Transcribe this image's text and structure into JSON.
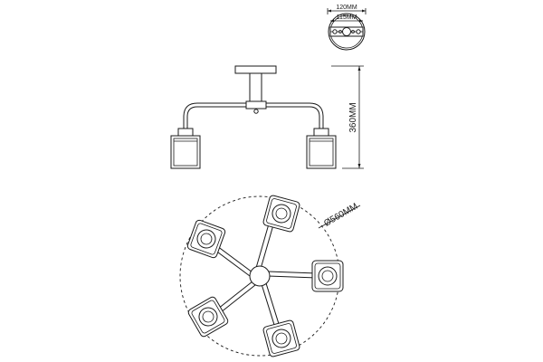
{
  "dimensions": {
    "canopy_outer": "120MM",
    "canopy_inner": "115MM",
    "height": "360MM",
    "diameter": "Ø560MM"
  },
  "colors": {
    "line": "#1a1a1a",
    "background": "#ffffff"
  },
  "views": {
    "top": {
      "icon": "canopy-top-view",
      "screws": 2
    },
    "side": {
      "icon": "fixture-side-view",
      "shades": 2
    },
    "plan": {
      "icon": "fixture-plan-view",
      "arms": 5
    }
  }
}
